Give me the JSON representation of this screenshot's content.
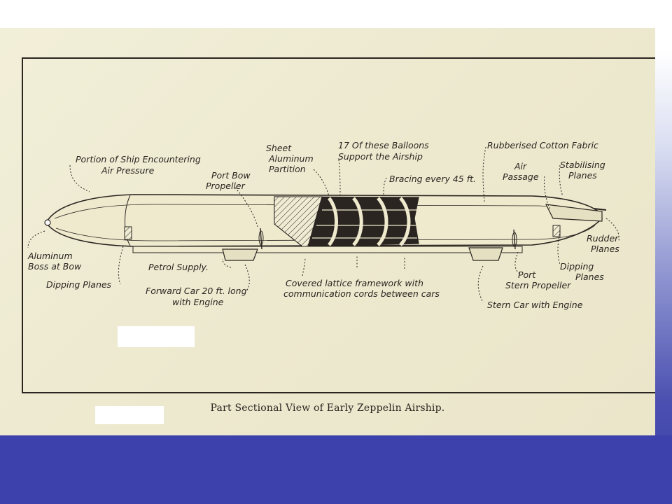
{
  "caption": "Part Sectional View of Early Zeppelin Airship.",
  "labels": {
    "portion_of_ship_1": "Portion of Ship Encountering",
    "portion_of_ship_2": "Air Pressure",
    "port_bow_1": "Port Bow",
    "port_bow_2": "Propeller",
    "sheet_1": "Sheet",
    "sheet_2": "Aluminum",
    "sheet_3": "Partition",
    "balloons_1": "17 Of these Balloons",
    "balloons_2": "Support the Airship",
    "bracing": "Bracing every 45 ft.",
    "rubberised": "Rubberised Cotton Fabric",
    "air_passage_1": "Air",
    "air_passage_2": "Passage",
    "stabilising_1": "Stabilising",
    "stabilising_2": "Planes",
    "aluminum_boss_1": "Aluminum",
    "aluminum_boss_2": "Boss at Bow",
    "dipping_planes_left": "Dipping Planes",
    "petrol_supply": "Petrol Supply.",
    "forward_car_1": "Forward Car 20 ft. long",
    "forward_car_2": "with Engine",
    "lattice_1": "Covered lattice framework with",
    "lattice_2": "communication cords between cars",
    "port_stern_1": "Port",
    "port_stern_2": "Stern Propeller",
    "rudder_1": "Rudder",
    "rudder_2": "Planes",
    "dipping_right_1": "Dipping",
    "dipping_right_2": "Planes",
    "stern_car": "Stern Car with Engine"
  }
}
